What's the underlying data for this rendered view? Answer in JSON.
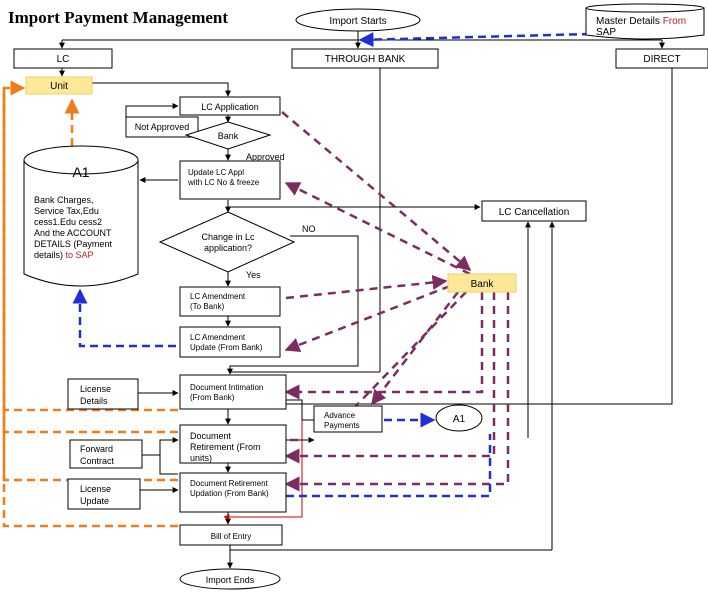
{
  "title": "Import Payment Management",
  "nodes": {
    "import_starts": "Import Starts",
    "import_ends": "Import Ends",
    "master_details_1": "Master Details",
    "master_details_from": "From",
    "master_details_sap": "SAP",
    "lc": "LC",
    "through_bank": "THROUGH BANK",
    "direct": "DIRECT",
    "unit": "Unit",
    "lc_application": "LC Application",
    "not_approved": "Not Approved",
    "bank_decision": "Bank",
    "approved": "Approved",
    "update_lc_1": "Update LC Appl",
    "update_lc_2": "with LC No & freeze",
    "a1_db": "A1",
    "a1_lines": [
      "Bank Charges,",
      "Service Tax,Edu",
      "cess1.Edu cess2",
      "And the ACCOUNT",
      "DETAILS (Payment"
    ],
    "a1_last_black": "details)",
    "a1_last_red": "to SAP",
    "change_lc_1": "Change in Lc",
    "change_lc_2": "application?",
    "no": "NO",
    "yes": "Yes",
    "lc_cancellation": "LC Cancellation",
    "bank": "Bank",
    "lc_amend_1": "LC Amendment",
    "lc_amend_2": "(To Bank)",
    "lc_amend_upd_1": "LC Amendment",
    "lc_amend_upd_2": "Update (From Bank)",
    "license_details_1": "License",
    "license_details_2": "Details",
    "doc_intimation_1": "Document Intimation",
    "doc_intimation_2": "(From Bank)",
    "advance_1": "Advance",
    "advance_2": "Payments",
    "a1_circle": "A1",
    "forward_1": "Forward",
    "forward_2": "Contract",
    "doc_retirement_1": "Document",
    "doc_retirement_2": "Retirement (From",
    "doc_retirement_3": "units)",
    "license_update_1": "License",
    "license_update_2": "Update",
    "doc_ret_upd_1": "Document Retirement",
    "doc_ret_upd_2": "Updation (From Bank)",
    "bill_of_entry": "Bill of Entry"
  },
  "colors": {
    "solid": "#000000",
    "orange_dash": "#f07d1a",
    "blue_dash": "#1f2fd6",
    "purple_dash": "#7b2d62",
    "red": "#cc0000",
    "sap_red": "#b22222",
    "unit_fill": "#fde89a",
    "bank_fill": "#fde89a"
  }
}
